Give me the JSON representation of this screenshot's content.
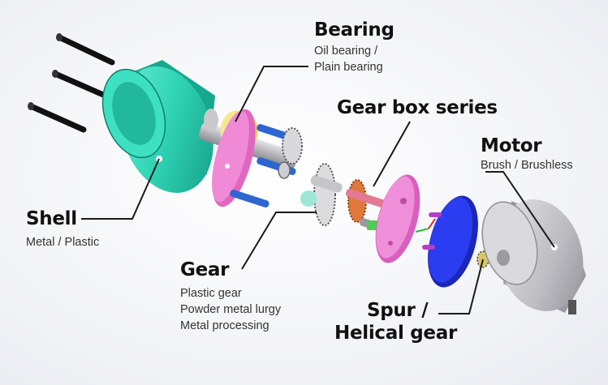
{
  "labels": {
    "bearing": {
      "title": "Bearing",
      "lines": [
        "Oil bearing /",
        "Plain bearing"
      ]
    },
    "gearbox": {
      "title": "Gear box series"
    },
    "motor": {
      "title": "Motor",
      "lines": [
        "Brush / Brushless"
      ]
    },
    "shell": {
      "title": "Shell",
      "lines": [
        "Metal / Plastic"
      ]
    },
    "gear": {
      "title": "Gear",
      "lines": [
        "Plastic gear",
        "Powder metal lurgy",
        "Metal processing"
      ]
    },
    "spur": {
      "title_line1": "Spur /",
      "title_line2": "Helical gear"
    }
  },
  "colors": {
    "shell": "#2fd3b4",
    "bearing": "#f4e27a",
    "plate": "#e879c8",
    "motor_plate": "#1f2fe0",
    "motor": "#c8c8cc",
    "pins": "#2e66d0",
    "screws": "#1a1a1a"
  }
}
